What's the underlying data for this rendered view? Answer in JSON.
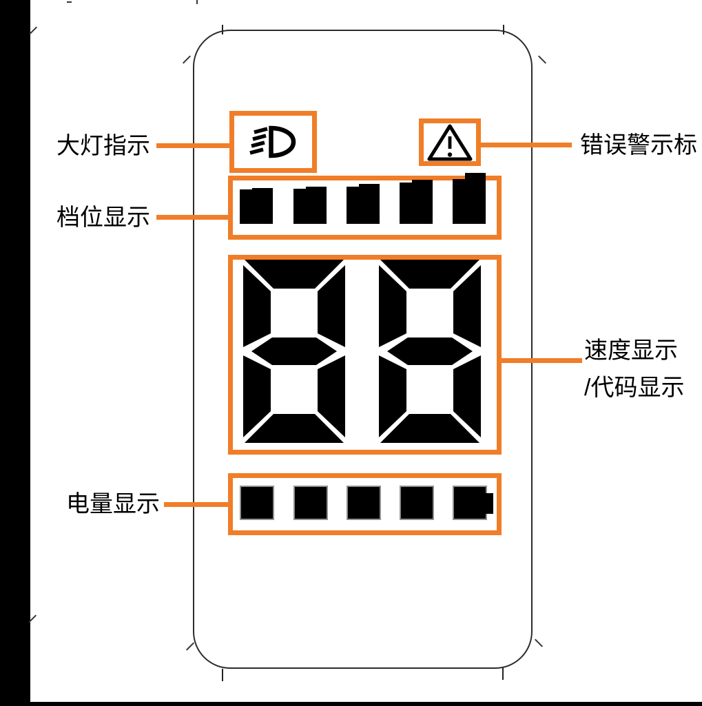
{
  "colors": {
    "accent": "#F07D28",
    "ink": "#000000",
    "panel_outline": "#2b2b2b",
    "frame_bar": "#000000",
    "battery_cell_border": "#8f8f8f"
  },
  "labels": {
    "headlight": "大灯指示",
    "gear": "档位显示",
    "battery": "电量显示",
    "error": "错误警示标",
    "speed_line1": "速度显示",
    "speed_line2": "/代码显示"
  },
  "display": {
    "speed_value": "88",
    "gear_segments": [
      {
        "main": 50,
        "step": 52
      },
      {
        "main": 51,
        "step": 54
      },
      {
        "main": 54,
        "step": 58
      },
      {
        "main": 60,
        "step": 64
      },
      {
        "main": 65,
        "step": 74
      }
    ],
    "battery_segment_count": 5,
    "icons": {
      "headlight": "low-beam-headlight-icon",
      "error": "warning-triangle-icon"
    }
  }
}
